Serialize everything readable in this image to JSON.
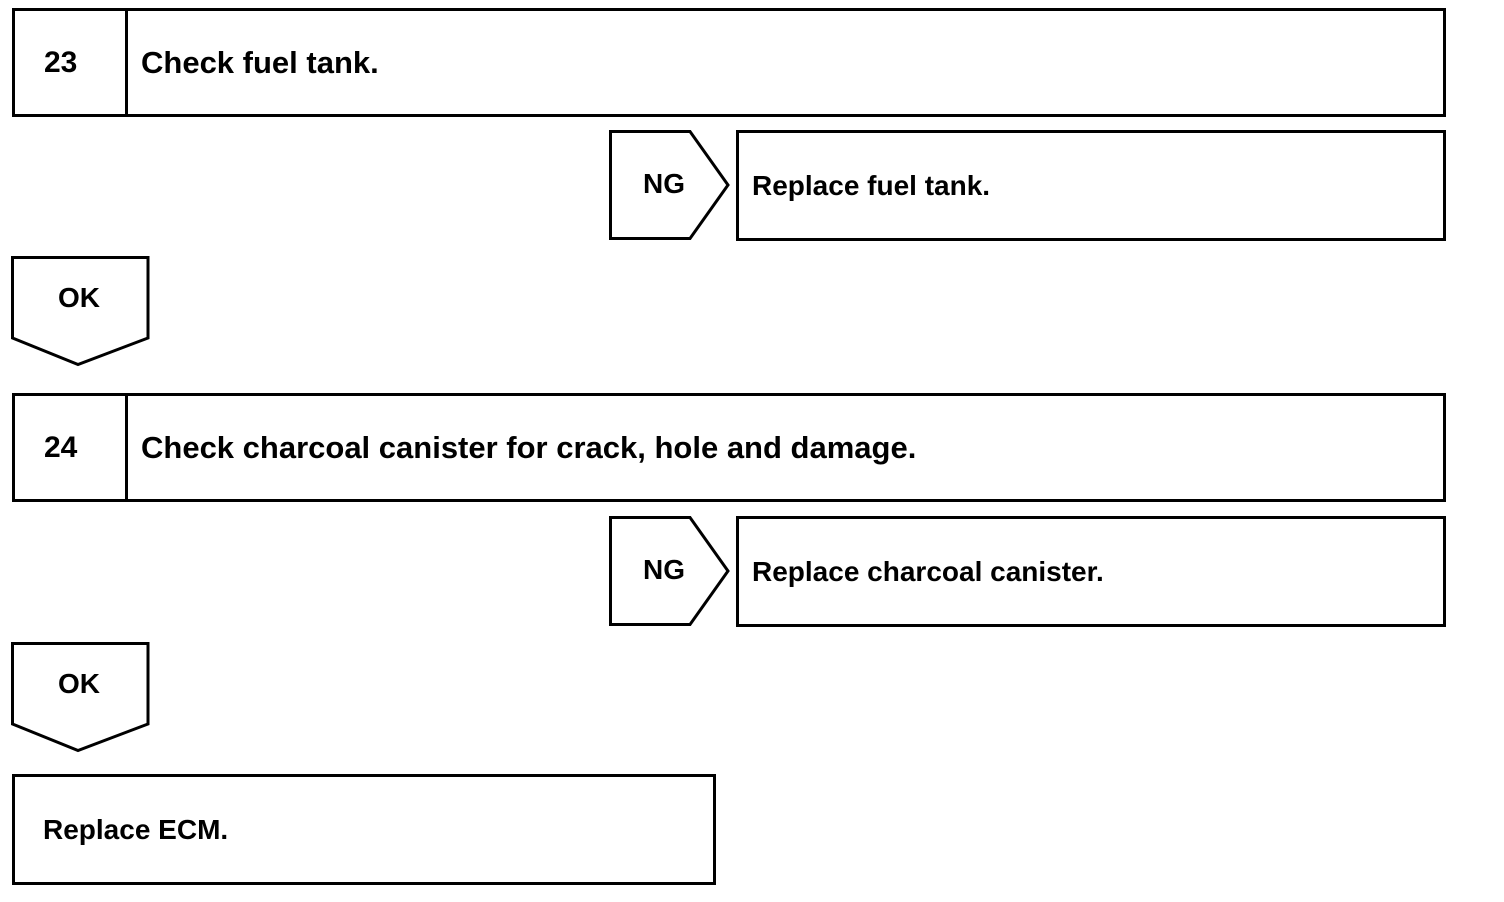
{
  "steps": [
    {
      "number": "23",
      "check": "Check fuel tank.",
      "ng_label": "NG",
      "ng_action": "Replace fuel tank.",
      "ok_label": "OK"
    },
    {
      "number": "24",
      "check": "Check charcoal canister for crack, hole and damage.",
      "ng_label": "NG",
      "ng_action": "Replace charcoal canister.",
      "ok_label": "OK"
    }
  ],
  "final_action": "Replace ECM."
}
